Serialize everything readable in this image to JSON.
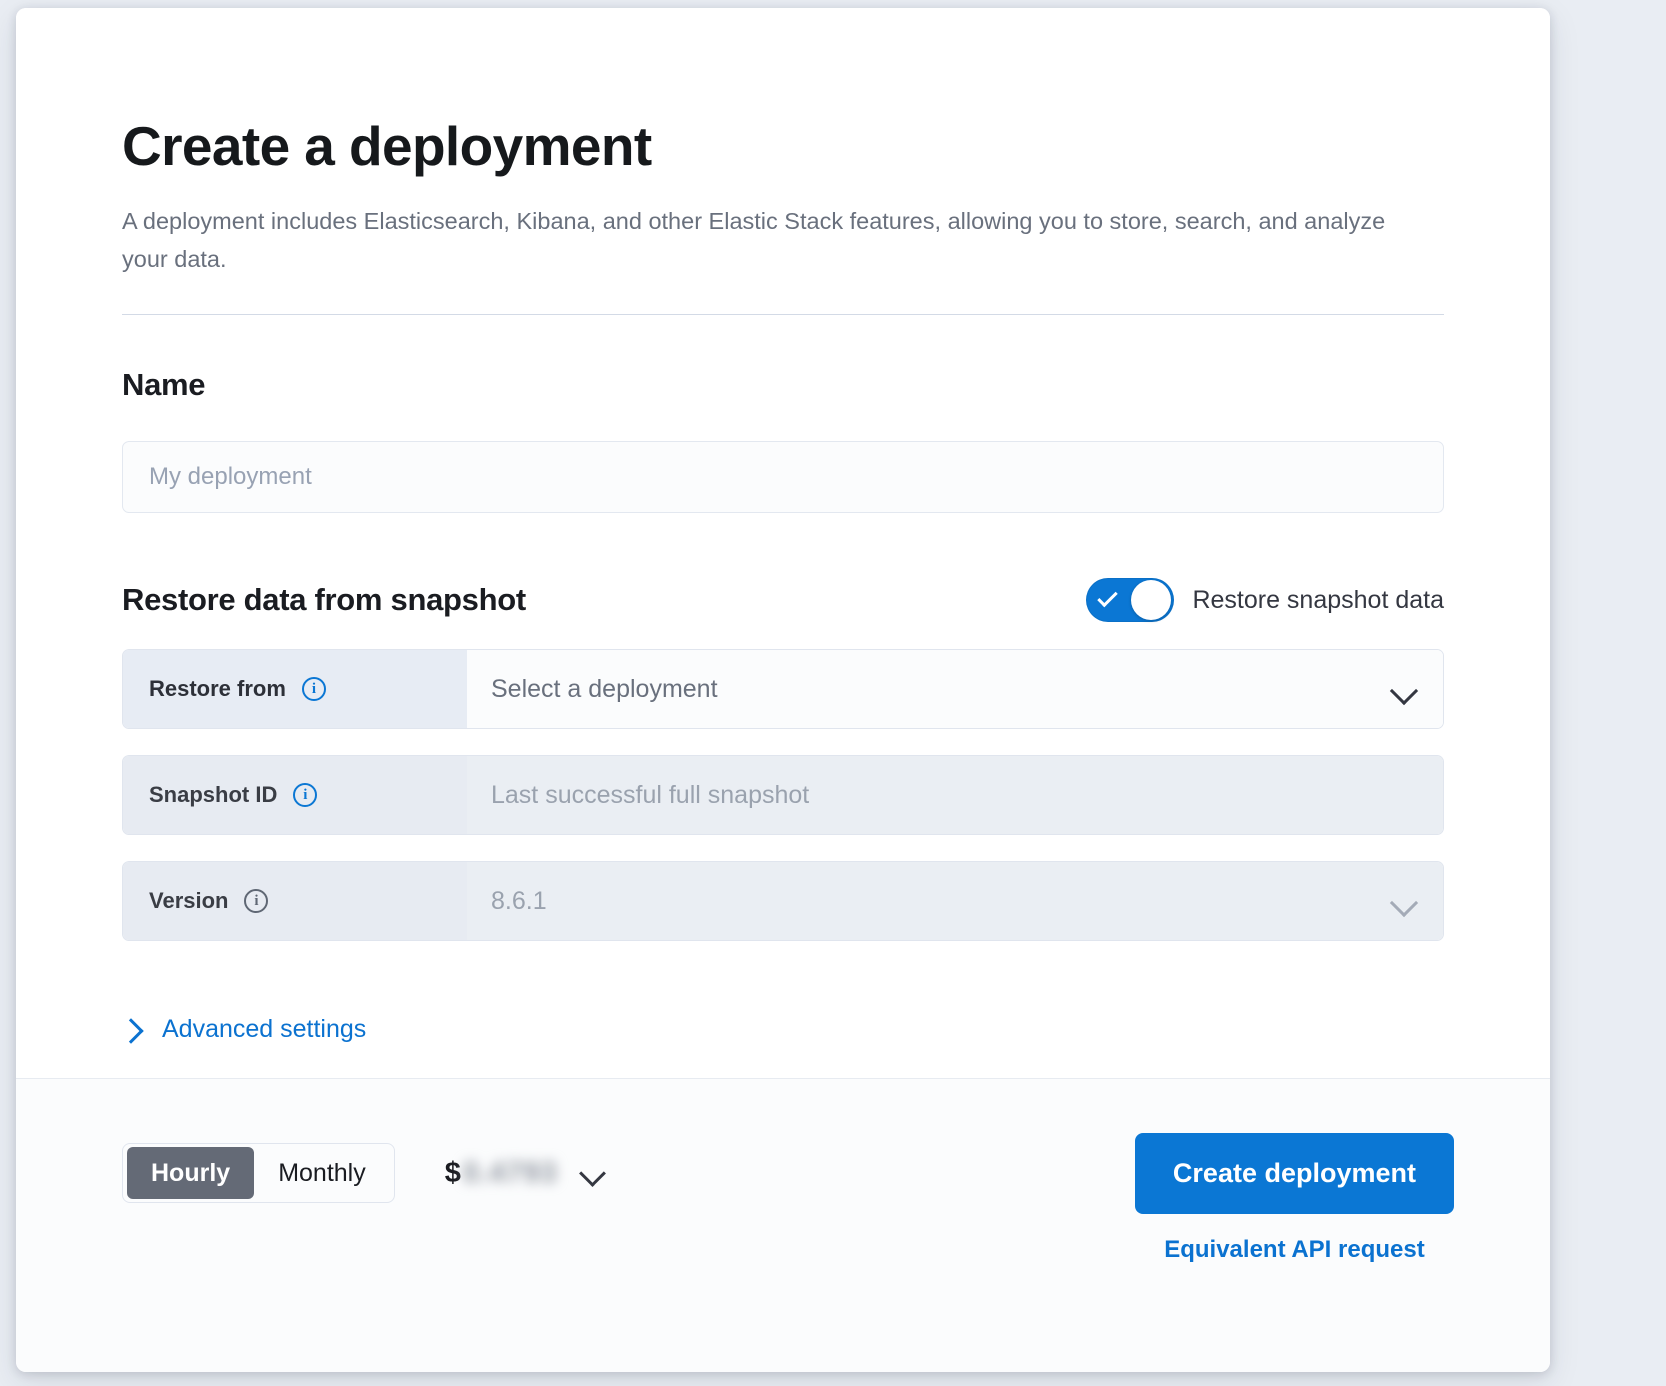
{
  "header": {
    "title": "Create a deployment",
    "subtitle": "A deployment includes Elasticsearch, Kibana, and other Elastic Stack features, allowing you to store, search, and analyze your data."
  },
  "name_section": {
    "heading": "Name",
    "input_placeholder": "My deployment",
    "input_value": ""
  },
  "restore_section": {
    "heading": "Restore data from snapshot",
    "toggle_label": "Restore snapshot data",
    "toggle_on": true,
    "fields": [
      {
        "label": "Restore from",
        "value": "Select a deployment",
        "icon": "info-icon",
        "control": "dropdown",
        "disabled": false
      },
      {
        "label": "Snapshot ID",
        "value": "Last successful full snapshot",
        "icon": "info-icon",
        "control": "text",
        "disabled": true
      },
      {
        "label": "Version",
        "value": "8.6.1",
        "icon": "info-icon",
        "control": "dropdown",
        "disabled": true
      }
    ],
    "advanced_settings_label": "Advanced settings"
  },
  "footer": {
    "billing_options": [
      "Hourly",
      "Monthly"
    ],
    "billing_selected": "Hourly",
    "price_currency": "$",
    "price_value": "0.4793",
    "price_blurred": true,
    "create_button_label": "Create deployment",
    "api_link_label": "Equivalent API request"
  },
  "colors": {
    "accent": "#0b77d4",
    "link": "#0b72d0",
    "heading": "#16191c",
    "muted_text": "#69707d",
    "segment_active_bg": "#646a76",
    "field_label_bg": "#e7ecf4",
    "page_bg": "#ffffff"
  }
}
